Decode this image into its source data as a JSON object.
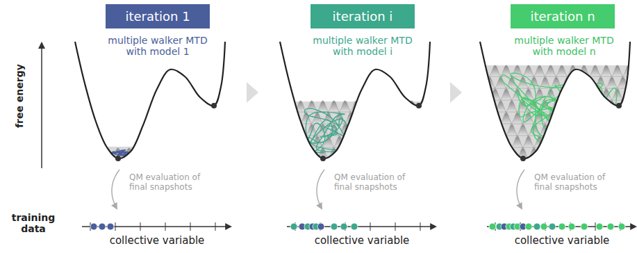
{
  "diagram": {
    "nodes": [
      {
        "text": [
          "iteration 1"
        ]
      },
      {
        "text": [
          "iteration i"
        ]
      },
      {
        "text": [
          "iteration n"
        ]
      }
    ],
    "labels": [
      "free energy",
      "multiple walker MTD with model 1",
      "QM evaluation of final snapshots",
      "collective variable",
      "multiple walker MTD with model i",
      "QM evaluation of final snapshots",
      "collective variable",
      "multiple walker MTD with model n",
      "QM evaluation of final snapshots",
      "collective variable",
      "training data"
    ]
  }
}
